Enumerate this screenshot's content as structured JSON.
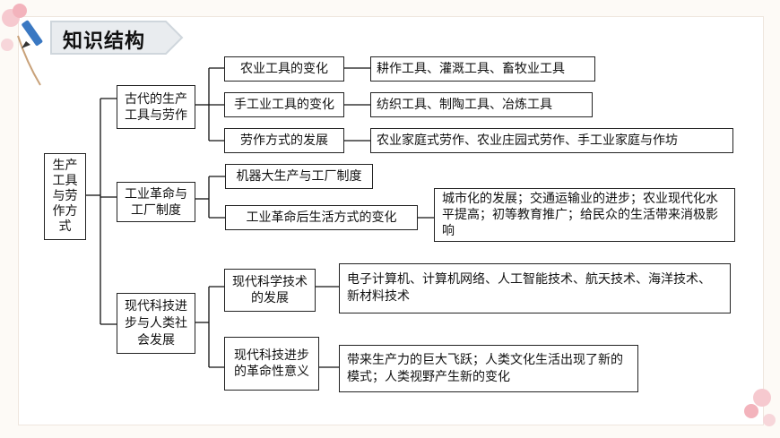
{
  "title": "知识结构",
  "root": "生产工具与劳作方式",
  "branches": [
    {
      "label": "古代的生产工具与劳作",
      "items": [
        {
          "label": "农业工具的变化",
          "detail": "耕作工具、灌溉工具、畜牧业工具"
        },
        {
          "label": "手工业工具的变化",
          "detail": "纺织工具、制陶工具、冶炼工具"
        },
        {
          "label": "劳作方式的发展",
          "detail": "农业家庭式劳作、农业庄园式劳作、手工业家庭与作坊"
        }
      ]
    },
    {
      "label": "工业革命与工厂制度",
      "items": [
        {
          "label": "机器大生产与工厂制度",
          "detail": ""
        },
        {
          "label": "工业革命后生活方式的变化",
          "detail": "城市化的发展；交通运输业的进步；农业现代化水平提高；初等教育推广；给民众的生活带来消极影响"
        }
      ]
    },
    {
      "label": "现代科技进步与人类社会发展",
      "items": [
        {
          "label": "现代科学技术的发展",
          "detail": "电子计算机、计算机网络、人工智能技术、航天技术、海洋技术、新材料技术"
        },
        {
          "label": "现代科技进步的革命性意义",
          "detail": "带来生产力的巨大飞跃；人类文化生活出现了新的模式；人类视野产生新的变化"
        }
      ]
    }
  ],
  "colors": {
    "tab_fill": "#e9ecef",
    "tab_border": "#cfd6dc",
    "line": "#111111"
  }
}
